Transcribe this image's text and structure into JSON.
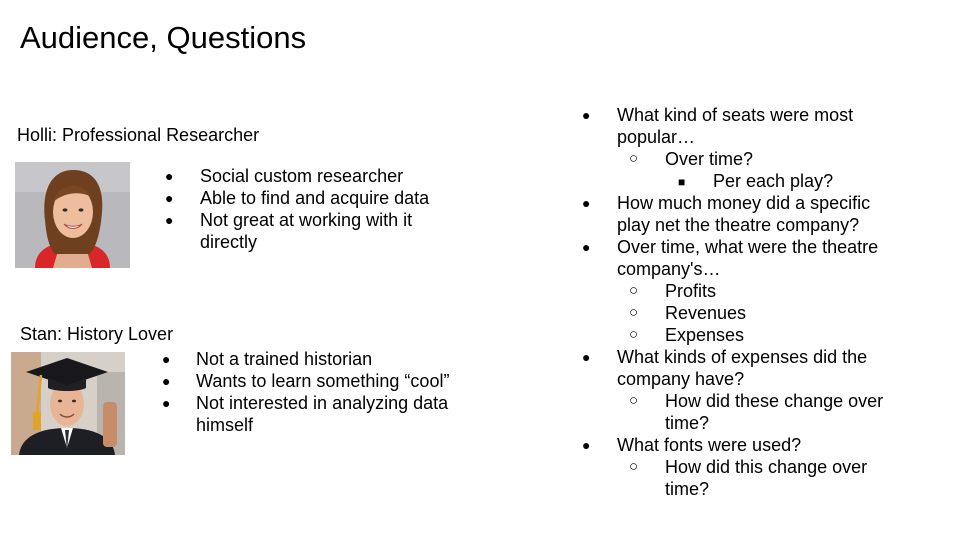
{
  "slide": {
    "title": "Audience, Questions",
    "personas": [
      {
        "label": "Holli: Professional Researcher",
        "bullets": [
          "Social custom researcher",
          "Able to find and acquire data",
          "Not great at working with it directly"
        ]
      },
      {
        "label": "Stan: History Lover",
        "bullets": [
          "Not a trained historian",
          "Wants to learn something “cool”",
          "Not interested in analyzing data himself"
        ]
      }
    ],
    "questions": [
      {
        "level": 1,
        "text": "What kind of seats were most popular…"
      },
      {
        "level": 2,
        "text": "Over time?"
      },
      {
        "level": 3,
        "text": "Per each play?"
      },
      {
        "level": 1,
        "text": "How much money did a specific play net the theatre company?"
      },
      {
        "level": 1,
        "text": "Over time, what were the theatre company's…"
      },
      {
        "level": 2,
        "text": "Profits"
      },
      {
        "level": 2,
        "text": "Revenues"
      },
      {
        "level": 2,
        "text": "Expenses"
      },
      {
        "level": 1,
        "text": "What kinds of expenses did the company have?"
      },
      {
        "level": 2,
        "text": "How did these change over time?"
      },
      {
        "level": 1,
        "text": "What fonts were used?"
      },
      {
        "level": 2,
        "text": "How did this change over time?"
      }
    ],
    "markers": {
      "level1": "●",
      "level2": "○",
      "level3": "■"
    }
  }
}
